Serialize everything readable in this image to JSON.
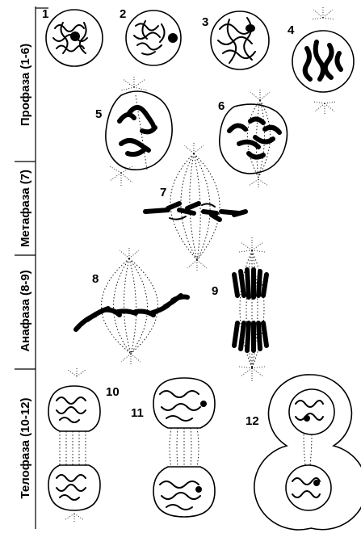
{
  "phases": [
    {
      "id": "prophase",
      "label": "Профаза (1-6)"
    },
    {
      "id": "metaphase",
      "label": "Метафаза (7)"
    },
    {
      "id": "anaphase",
      "label": "Анафаза (8-9)"
    },
    {
      "id": "telophase",
      "label": "Телофаза (10-12)"
    }
  ],
  "stages": [
    "1",
    "2",
    "3",
    "4",
    "5",
    "6",
    "7",
    "8",
    "9",
    "10",
    "11",
    "12"
  ],
  "colors": {
    "ink": "#000000",
    "background": "#ffffff"
  }
}
